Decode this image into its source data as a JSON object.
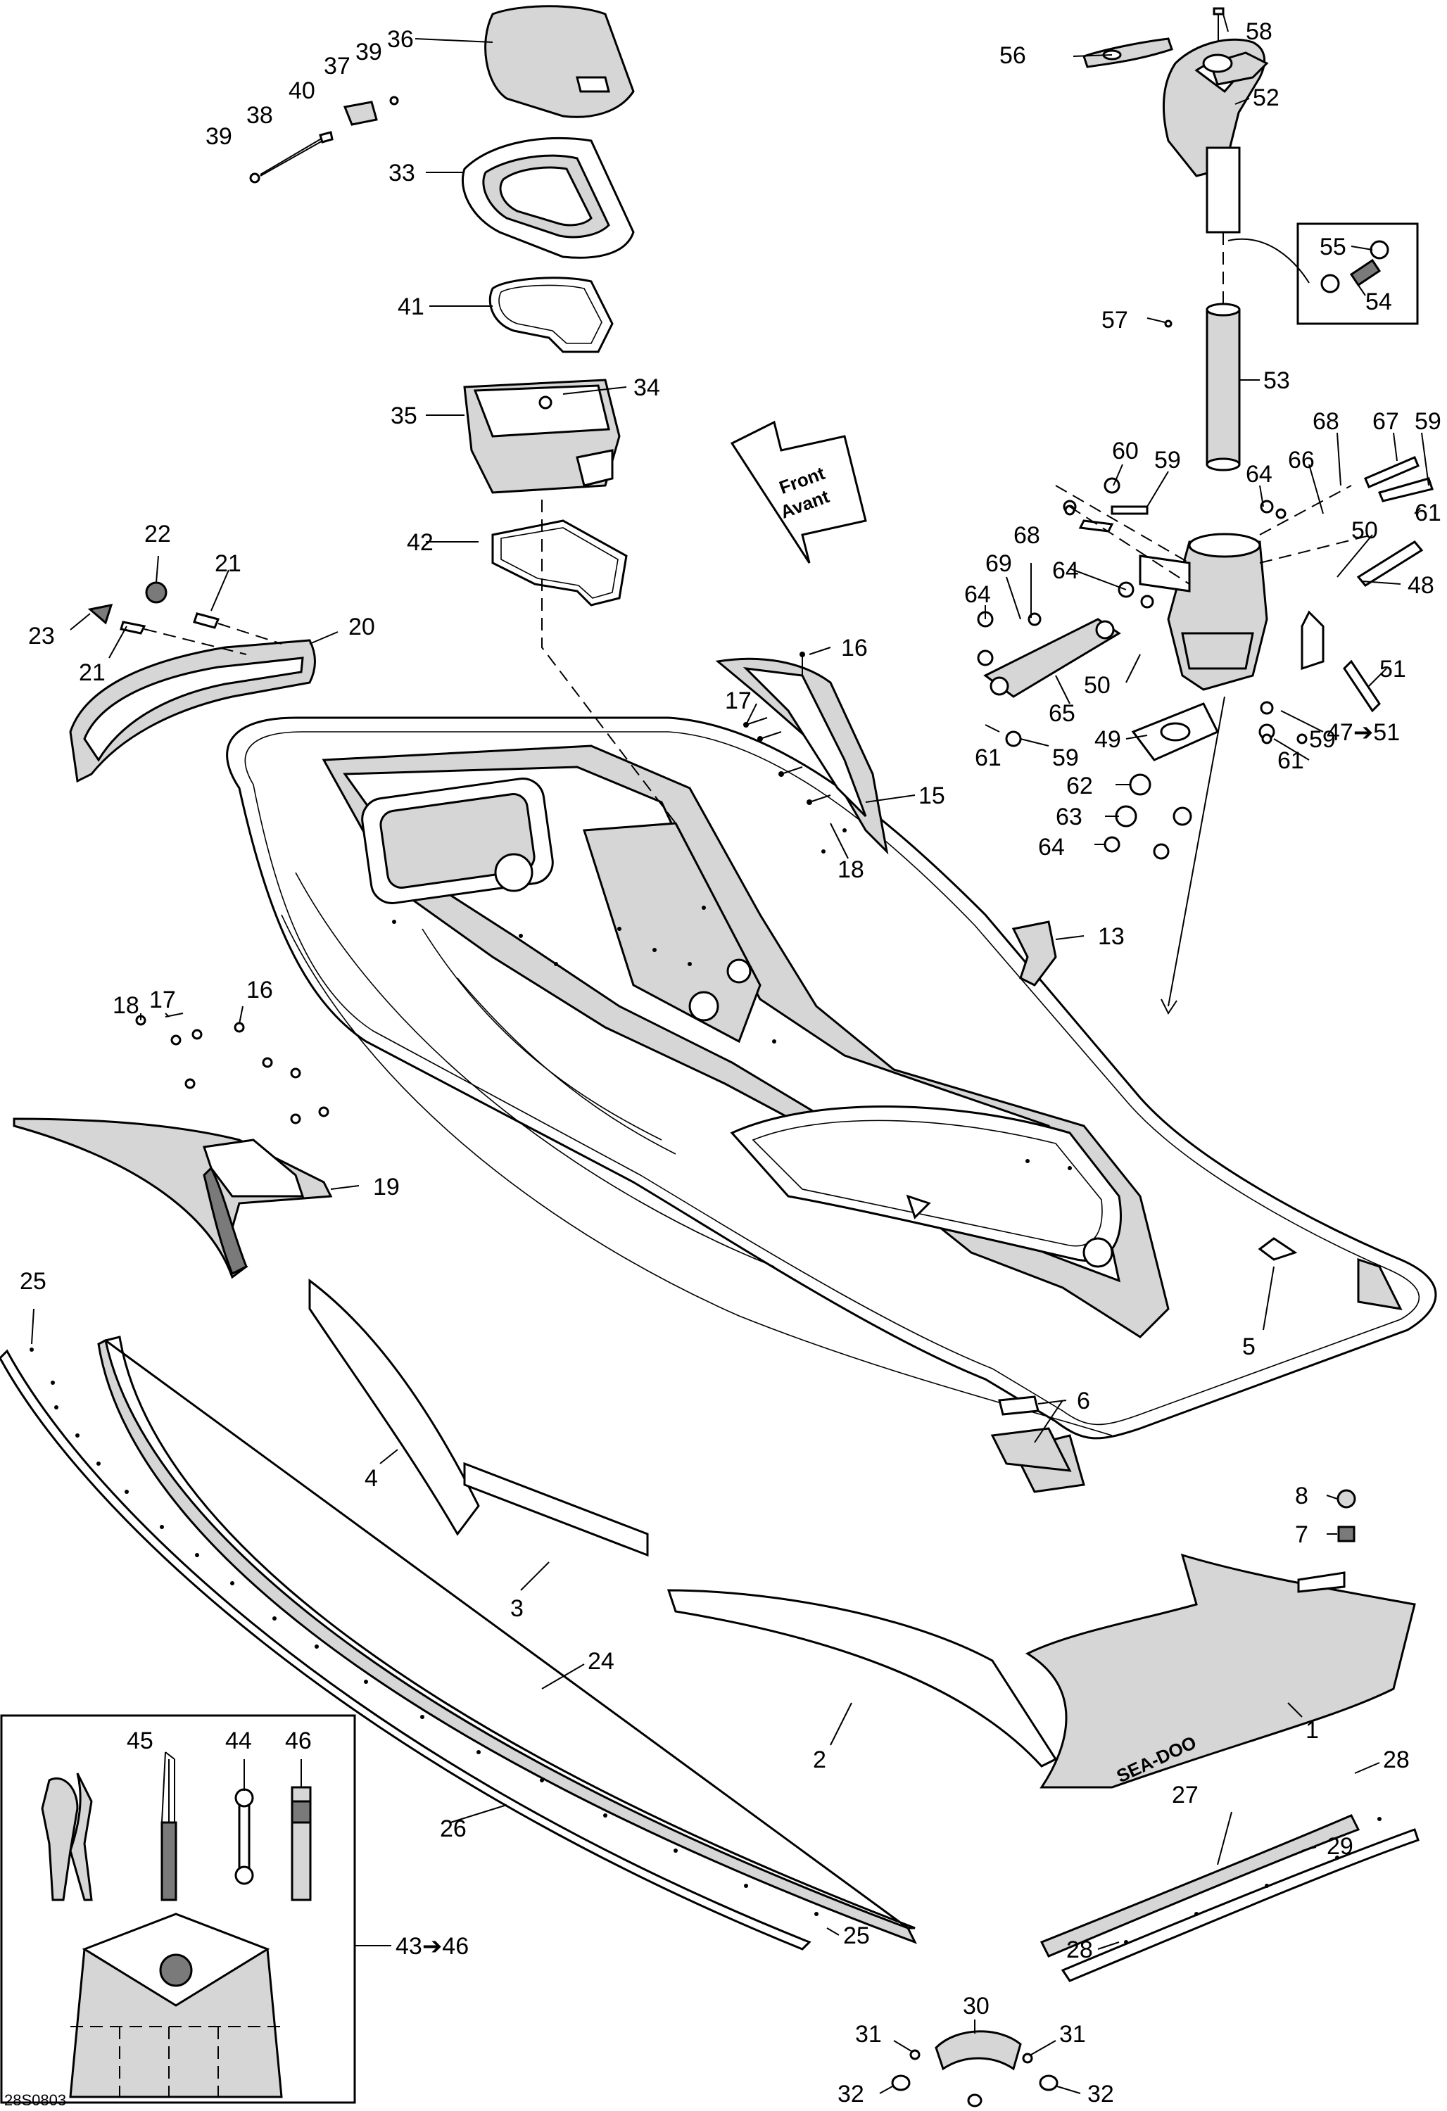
{
  "figure_id": "28S0803",
  "direction_arrow": {
    "line1": "Front",
    "line2": "Avant"
  },
  "logo_text": "SEA-DOO",
  "callouts": [
    {
      "id": "c58",
      "text": "58"
    },
    {
      "id": "c56",
      "text": "56"
    },
    {
      "id": "c52",
      "text": "52"
    },
    {
      "id": "c55",
      "text": "55"
    },
    {
      "id": "c54",
      "text": "54"
    },
    {
      "id": "c57",
      "text": "57"
    },
    {
      "id": "c53",
      "text": "53"
    },
    {
      "id": "c68a",
      "text": "68"
    },
    {
      "id": "c67",
      "text": "67"
    },
    {
      "id": "c59a",
      "text": "59"
    },
    {
      "id": "c60",
      "text": "60"
    },
    {
      "id": "c59b",
      "text": "59"
    },
    {
      "id": "c64a",
      "text": "64"
    },
    {
      "id": "c66",
      "text": "66"
    },
    {
      "id": "c61a",
      "text": "61"
    },
    {
      "id": "c68b",
      "text": "68"
    },
    {
      "id": "c50a",
      "text": "50"
    },
    {
      "id": "c69",
      "text": "69"
    },
    {
      "id": "c64b",
      "text": "64"
    },
    {
      "id": "c48",
      "text": "48"
    },
    {
      "id": "c64c",
      "text": "64"
    },
    {
      "id": "c50b",
      "text": "50"
    },
    {
      "id": "c51",
      "text": "51"
    },
    {
      "id": "c65",
      "text": "65"
    },
    {
      "id": "c49",
      "text": "49"
    },
    {
      "id": "c59c",
      "text": "59"
    },
    {
      "id": "c4751",
      "text": "47➔51"
    },
    {
      "id": "c61b",
      "text": "61"
    },
    {
      "id": "c59d",
      "text": "59"
    },
    {
      "id": "c61c",
      "text": "61"
    },
    {
      "id": "c62",
      "text": "62"
    },
    {
      "id": "c63",
      "text": "63"
    },
    {
      "id": "c64d",
      "text": "64"
    },
    {
      "id": "c13",
      "text": "13"
    },
    {
      "id": "c36",
      "text": "36"
    },
    {
      "id": "c37",
      "text": "37"
    },
    {
      "id": "c39a",
      "text": "39"
    },
    {
      "id": "c40",
      "text": "40"
    },
    {
      "id": "c38",
      "text": "38"
    },
    {
      "id": "c39b",
      "text": "39"
    },
    {
      "id": "c33",
      "text": "33"
    },
    {
      "id": "c41",
      "text": "41"
    },
    {
      "id": "c34",
      "text": "34"
    },
    {
      "id": "c35",
      "text": "35"
    },
    {
      "id": "c42",
      "text": "42"
    },
    {
      "id": "c22",
      "text": "22"
    },
    {
      "id": "c21a",
      "text": "21"
    },
    {
      "id": "c20",
      "text": "20"
    },
    {
      "id": "c23",
      "text": "23"
    },
    {
      "id": "c21b",
      "text": "21"
    },
    {
      "id": "c16a",
      "text": "16"
    },
    {
      "id": "c17a",
      "text": "17"
    },
    {
      "id": "c15",
      "text": "15"
    },
    {
      "id": "c18a",
      "text": "18"
    },
    {
      "id": "c18b",
      "text": "18"
    },
    {
      "id": "c17b",
      "text": "17"
    },
    {
      "id": "c16b",
      "text": "16"
    },
    {
      "id": "c19",
      "text": "19"
    },
    {
      "id": "c25a",
      "text": "25"
    },
    {
      "id": "c5",
      "text": "5"
    },
    {
      "id": "c6",
      "text": "6"
    },
    {
      "id": "c4",
      "text": "4"
    },
    {
      "id": "c8",
      "text": "8"
    },
    {
      "id": "c7",
      "text": "7"
    },
    {
      "id": "c3",
      "text": "3"
    },
    {
      "id": "c24",
      "text": "24"
    },
    {
      "id": "c1",
      "text": "1"
    },
    {
      "id": "c2",
      "text": "2"
    },
    {
      "id": "c45",
      "text": "45"
    },
    {
      "id": "c44",
      "text": "44"
    },
    {
      "id": "c46",
      "text": "46"
    },
    {
      "id": "c28a",
      "text": "28"
    },
    {
      "id": "c27",
      "text": "27"
    },
    {
      "id": "c26",
      "text": "26"
    },
    {
      "id": "c29",
      "text": "29"
    },
    {
      "id": "c4346",
      "text": "43➔46"
    },
    {
      "id": "c25b",
      "text": "25"
    },
    {
      "id": "c28b",
      "text": "28"
    },
    {
      "id": "c30",
      "text": "30"
    },
    {
      "id": "c31a",
      "text": "31"
    },
    {
      "id": "c31b",
      "text": "31"
    },
    {
      "id": "c32a",
      "text": "32"
    },
    {
      "id": "c32b",
      "text": "32"
    }
  ]
}
